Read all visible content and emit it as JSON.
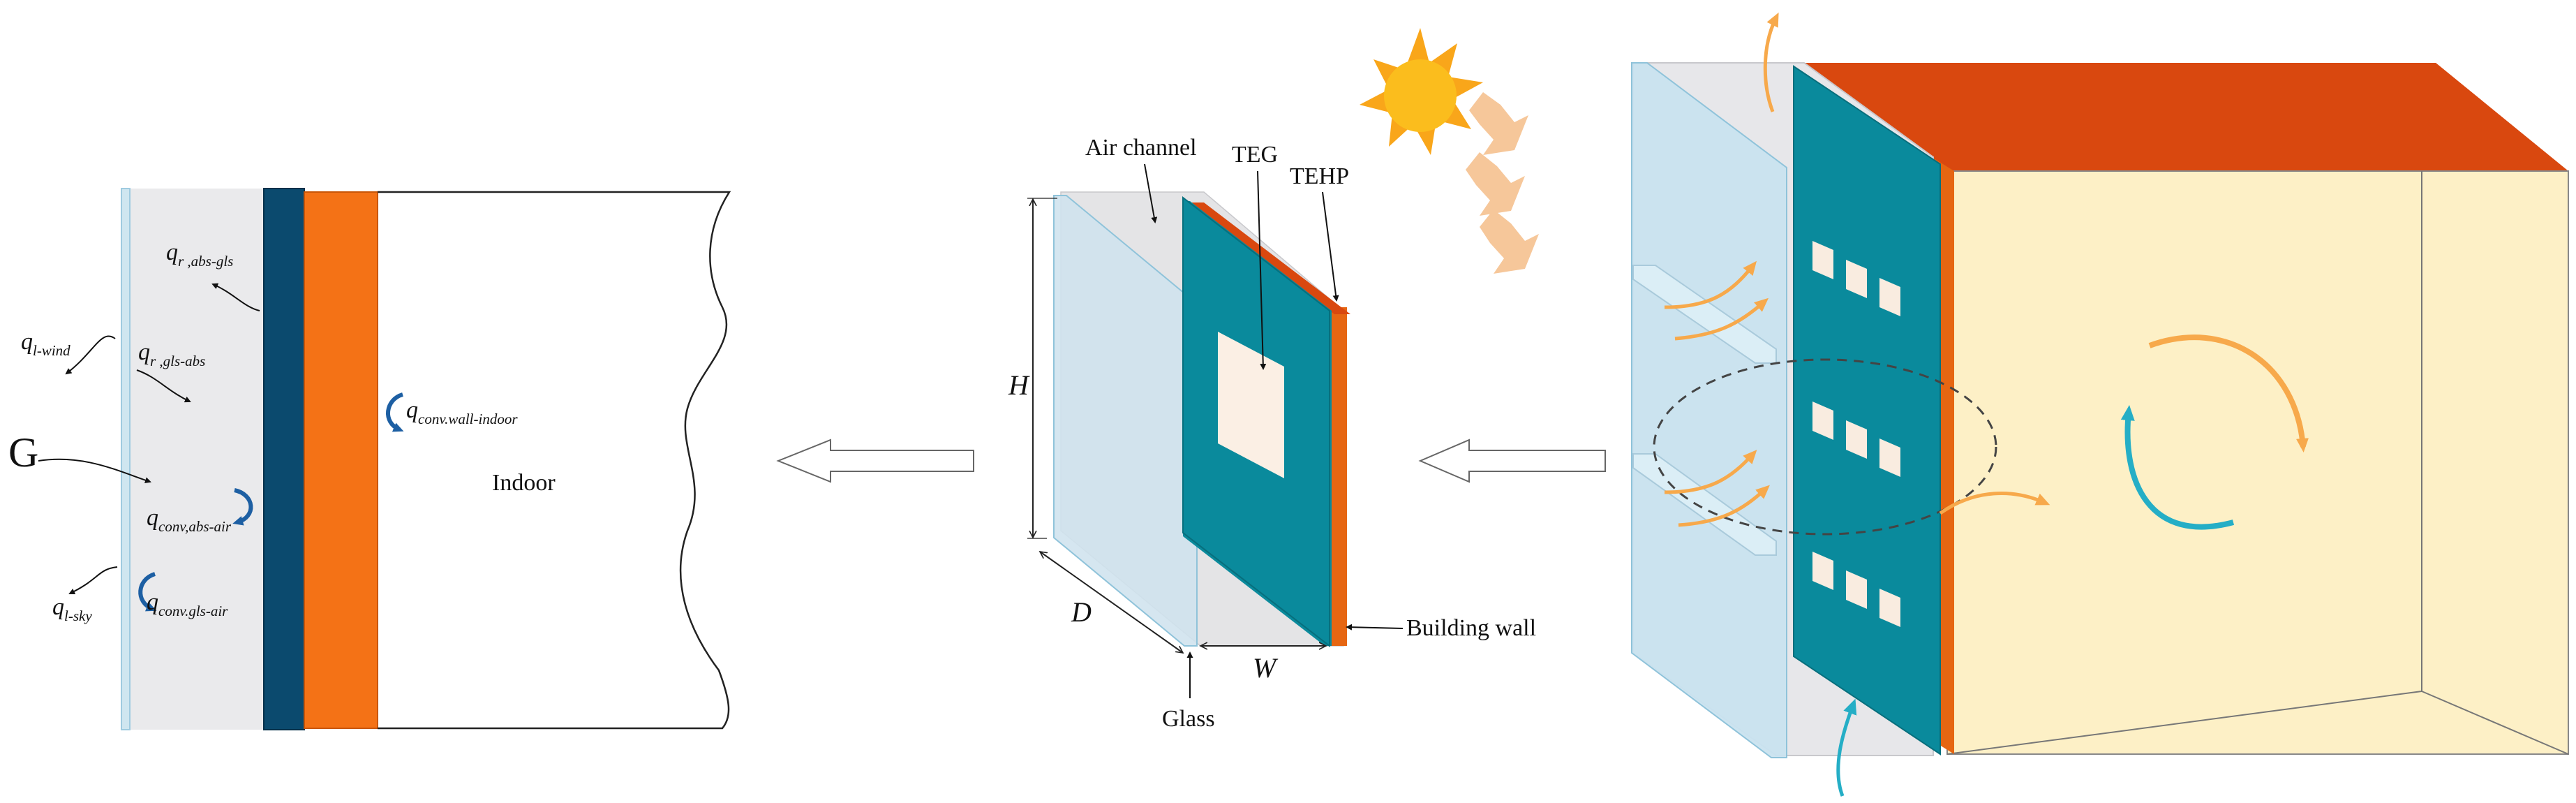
{
  "colors": {
    "glass": "#cfe6f0",
    "glass_edge": "#9fcbe0",
    "air_gap": "#eaeaec",
    "absorber": "#0b4a6e",
    "teg_panel": "#0a8a9c",
    "wall_orange": "#f47216",
    "roof_orange": "#d9480f",
    "room_interior": "#fdf0c6",
    "hot_air_arrow": "#f7a94b",
    "cold_air_arrow": "#25aec6",
    "sun": "#f9b21d",
    "sun_ray": "#f6c79a"
  },
  "left_model": {
    "indoor_label": "Indoor",
    "G_label": "G",
    "fluxes": [
      {
        "id": "q-r-abs-gls",
        "main": "q",
        "sub": "r ,abs-gls"
      },
      {
        "id": "q-l-wind",
        "main": "q",
        "sub": "l-wind"
      },
      {
        "id": "q-r-gls-abs",
        "main": "q",
        "sub": "r ,gls-abs"
      },
      {
        "id": "q-conv-wall-indoor",
        "main": "q",
        "sub": "conv.wall-indoor"
      },
      {
        "id": "q-conv-abs-air",
        "main": "q",
        "sub": "conv,abs-air"
      },
      {
        "id": "q-l-sky",
        "main": "q",
        "sub": "l-sky"
      },
      {
        "id": "q-conv-gls-air",
        "main": "q",
        "sub": "conv.gls-air"
      }
    ]
  },
  "middle_model": {
    "air_channel_label": "Air channel",
    "teg_label": "TEG",
    "tehp_label": "TEHP",
    "H_label": "H",
    "D_label": "D",
    "W_label": "W",
    "building_wall_label": "Building wall",
    "glass_label": "Glass"
  }
}
